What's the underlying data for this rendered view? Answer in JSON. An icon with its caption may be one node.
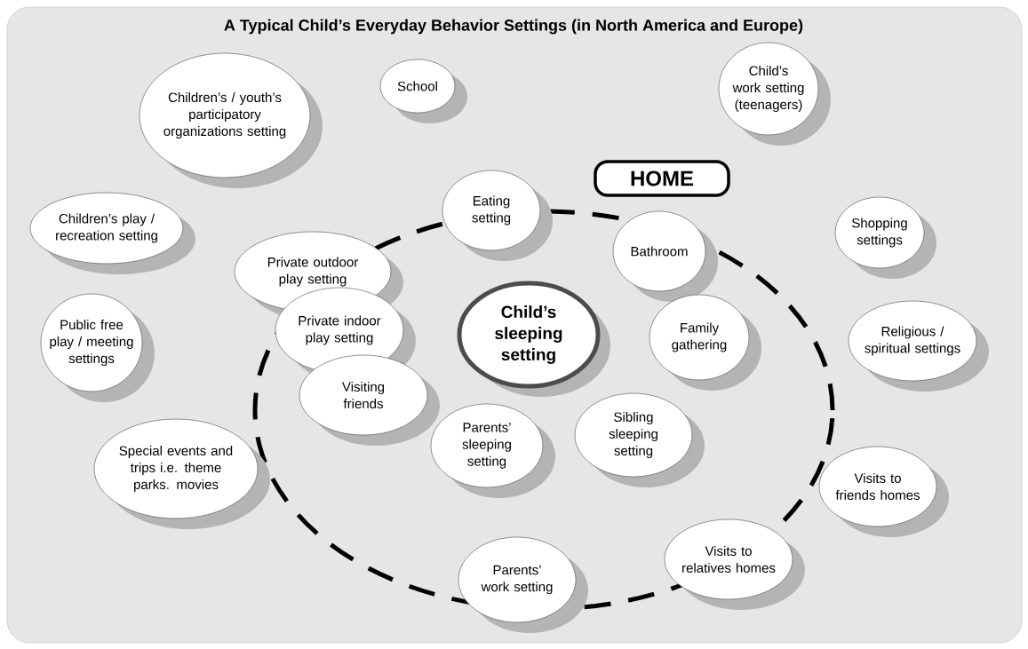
{
  "diagram": {
    "title": "A Typical Child’s Everyday Behavior Settings (in North America and Europe)",
    "nodes": [
      {
        "text": [
          "HOME"
        ]
      },
      {
        "text": [
          "Children’s / youth’s participatory organizations setting"
        ]
      },
      {
        "text": [
          "School"
        ]
      },
      {
        "text": [
          "Child’s work setting (teenagers)"
        ]
      },
      {
        "text": [
          "Children’s play / recreation setting"
        ]
      },
      {
        "text": [
          "Eating setting"
        ],
        "in": 0
      },
      {
        "text": [
          "Shopping settings"
        ]
      },
      {
        "text": [
          "Private outdoor play setting"
        ],
        "in": 0
      },
      {
        "text": [
          "Bathroom"
        ],
        "in": 0
      },
      {
        "text": [
          "Public free play / meeting settings"
        ]
      },
      {
        "text": [
          "Private indoor play setting"
        ],
        "in": 0
      },
      {
        "text": [
          "Child’s sleeping setting"
        ],
        "in": 0
      },
      {
        "text": [
          "Family gathering"
        ],
        "in": 0
      },
      {
        "text": [
          "Religious / spiritual settings"
        ]
      },
      {
        "text": [
          "Visiting friends"
        ],
        "in": 0
      },
      {
        "text": [
          "Parents’ sleeping setting"
        ],
        "in": 0
      },
      {
        "text": [
          "Sibling sleeping setting"
        ],
        "in": 0
      },
      {
        "text": [
          "Special events and trips i.e. theme parks. movies"
        ]
      },
      {
        "text": [
          "Visits to friends homes"
        ]
      },
      {
        "text": [
          "Visits to relatives homes"
        ]
      },
      {
        "text": [
          "Parents’ work setting"
        ]
      }
    ]
  }
}
